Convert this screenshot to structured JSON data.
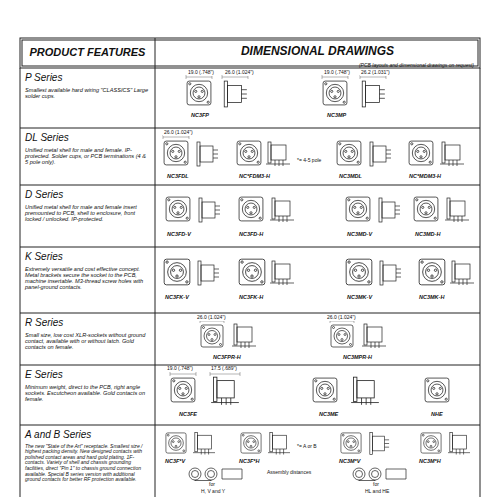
{
  "diagram": {
    "nodes": [
      {
        "text": [
          "PRODUCT FEATURES"
        ]
      },
      {
        "text": [
          "DIMENSIONAL DRAWINGS",
          "(PCB layouts and dimensional drawings on request)"
        ]
      },
      {
        "text": [
          "P Series",
          "Smallest available hard wiring \"CLASSICS\" Large solder cups."
        ]
      },
      {
        "text": [
          "DL Series",
          "Unified metal shell for male and female. IP-protected. Solder cups, or PCB terminations (4 & 5 pole only)."
        ]
      },
      {
        "text": [
          "D Series",
          "Unified metal shell for male and female insert premounted to PCB, shell to enclosure, front locked / unlocked. IP-protected."
        ]
      },
      {
        "text": [
          "K Series",
          "Extremely versatile and cost effective concept. Metal brackets secure the socket to the PCB, machine insertable. M3-thread screw holes with panel-ground contacts."
        ]
      },
      {
        "text": [
          "R Series",
          "Small size, low cost XLR-sockets without ground contact, available with or without latch. Gold contacts on female."
        ]
      },
      {
        "text": [
          "E Series",
          "Minimum weight, direct to the PCB, right angle sockets. Escutcheon available. Gold contacts on female."
        ]
      },
      {
        "text": [
          "A and B Series",
          "The new \"State of the Art\" receptacle. Smallest size / highest packing density. New designed contacts with polished contact areas and hard gold plating. 1F-contacts. Variety of shell and chassis grounding facilities, direct \"Pin 1\" to chassis ground connection available. Special B series version with additional ground contacts for better RF protection available."
        ]
      }
    ],
    "labels": [
      "19.0 (.748\")",
      "26.0 (1.024\")",
      "NC3FP",
      "19.0 (.748\")",
      "26.2 (1.031\")",
      "NC3MP",
      "26.0 (1.024\")",
      "NC3FDL",
      "NC*FDM3-H",
      "*= 4-5 pole",
      "NC3MDL",
      "NC*MDM3-H",
      "NC3FD-V",
      "NC3FD-H",
      "NC3MD-V",
      "NC3MD-H",
      "NC3FK-V",
      "NC3FK-H",
      "NC3MK-V",
      "NC3MK-H",
      "26.0 (1.024\")",
      "NC3FPR-H",
      "26.0 (1.024\")",
      "NC3MPR-H",
      "19.0 (.748\")",
      "17.5 (.689\")",
      "NC3FE",
      "NC3ME",
      "NHE",
      "NC3F*V",
      "NC3F*H",
      "NC3M*V",
      "NC3M*H",
      "*= A or B",
      "Assembly distances",
      "for",
      "H, V and Y",
      "for",
      "HL and HE"
    ]
  }
}
